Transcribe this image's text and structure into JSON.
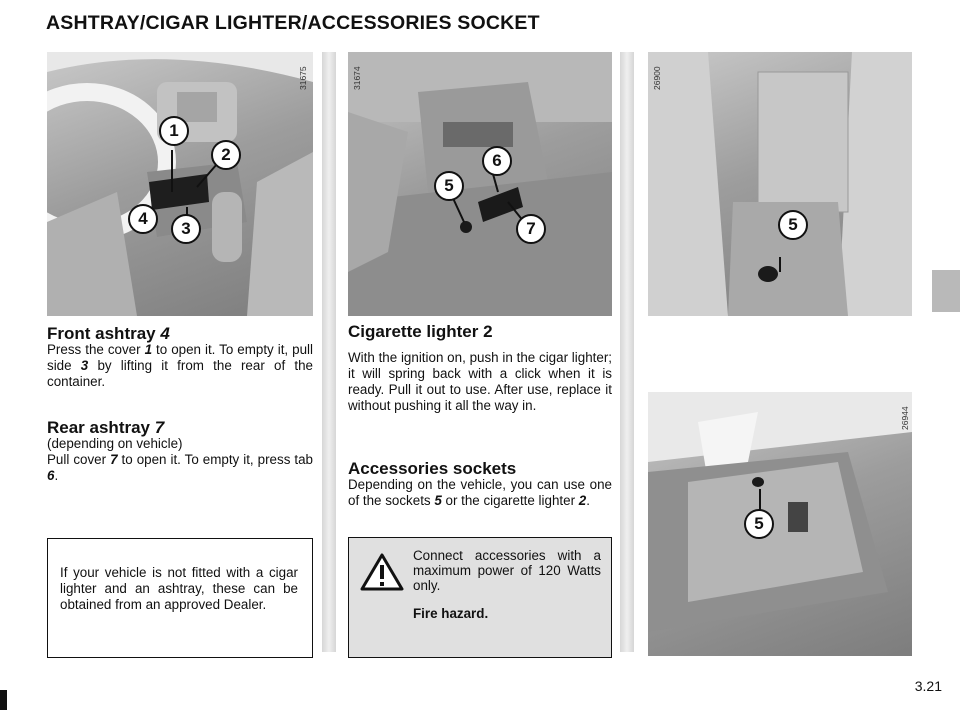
{
  "page": {
    "title": "ASHTRAY/CIGAR LIGHTER/ACCESSORIES SOCKET",
    "page_number": "3.21"
  },
  "photos": {
    "front": {
      "ref": "31675",
      "callouts": [
        "1",
        "2",
        "3",
        "4"
      ]
    },
    "rear": {
      "ref": "31674",
      "callouts": [
        "5",
        "6",
        "7"
      ]
    },
    "console": {
      "ref": "26900",
      "callouts": [
        "5"
      ]
    },
    "boot": {
      "ref": "26944",
      "callouts": [
        "5"
      ]
    }
  },
  "front_ashtray": {
    "heading": "Front ashtray",
    "heading_num": "4",
    "t1": "Press the cover ",
    "n1": "1",
    "t2": " to open it. To empty it, pull side ",
    "n2": "3",
    "t3": " by lifting it from the rear of the container."
  },
  "rear_ashtray": {
    "heading": "Rear ashtray",
    "heading_num": "7",
    "sub": "(depending on vehicle)",
    "t1": "Pull cover ",
    "n1": "7",
    "t2": " to open it. To empty it, press tab ",
    "n2": "6",
    "t3": "."
  },
  "note_box": {
    "text": "If your vehicle is not fitted with a cigar lighter and an ashtray, these can be obtained from an approved Dealer."
  },
  "cigarette_lighter": {
    "heading": "Cigarette lighter 2",
    "text": "With the ignition on, push in the cigar lighter; it will spring back with a click when it is ready. Pull it out to use. After use, replace it without pushing it all the way in."
  },
  "accessories": {
    "heading": "Accessories sockets",
    "t1": "Depending on the vehicle, you can use one of the sockets ",
    "n1": "5",
    "t2": " or the cigarette lighter ",
    "n2": "2",
    "t3": "."
  },
  "warning_box": {
    "icon": "warning-triangle-icon",
    "text": "Connect accessories with a maximum power of 120 Watts only.",
    "hazard": "Fire hazard."
  }
}
